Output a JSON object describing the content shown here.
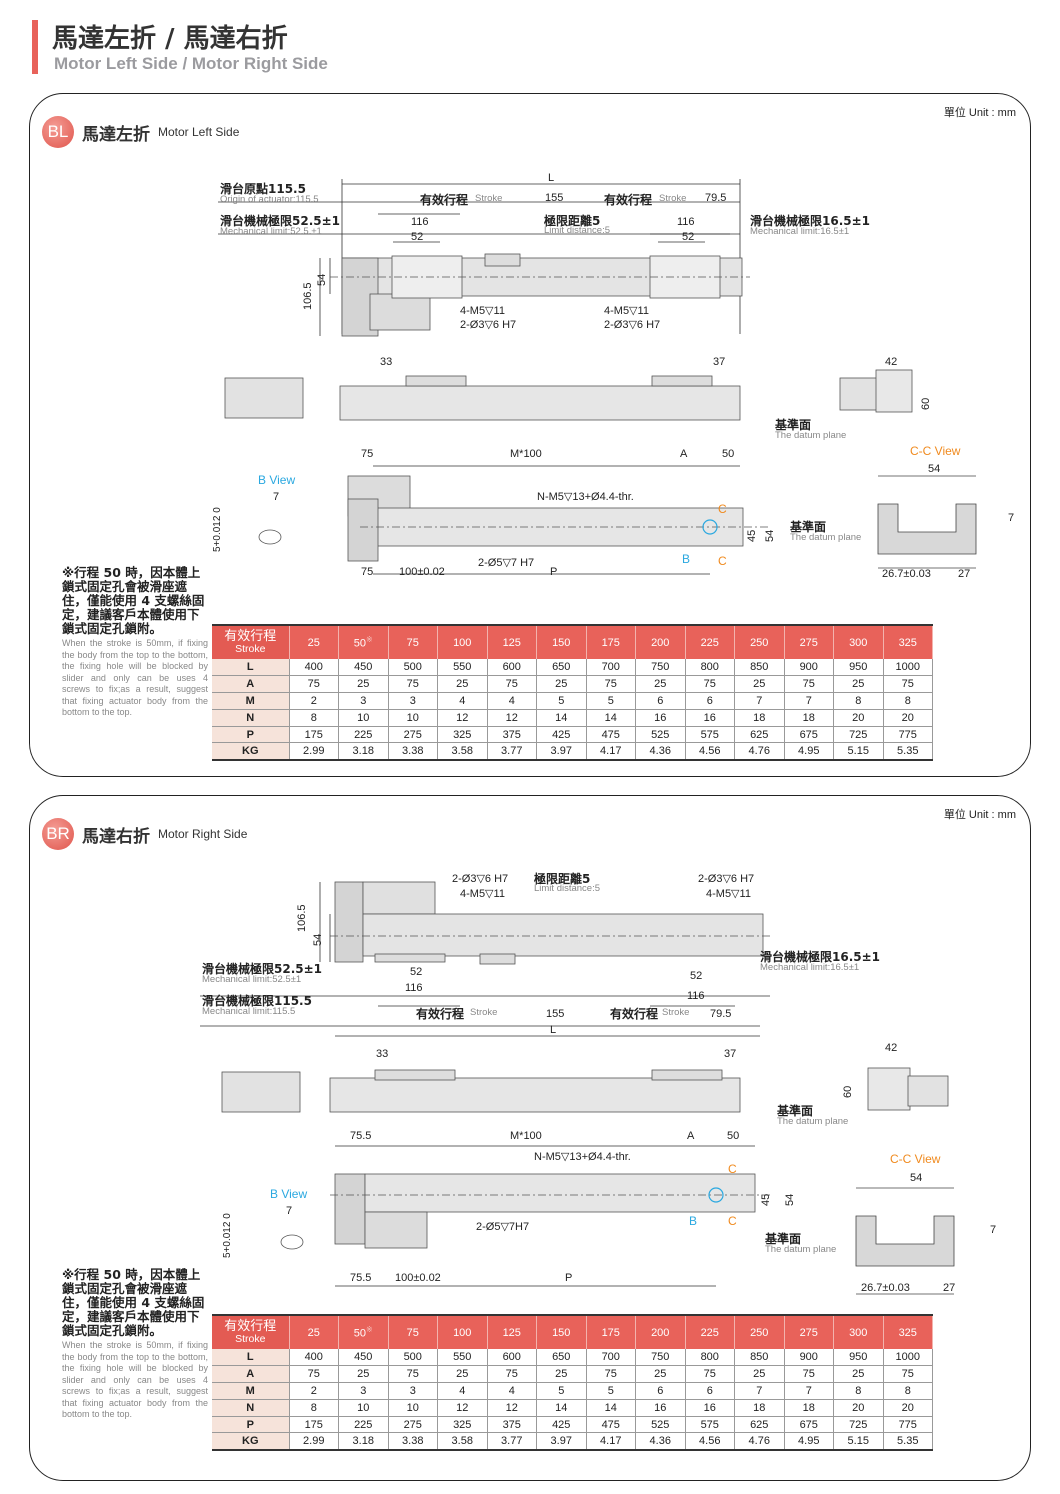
{
  "page": {
    "title_zh": "馬達左折 / 馬達右折",
    "title_en": "Motor Left Side / Motor Right Side",
    "accent_color": "#e8625a"
  },
  "sections": [
    {
      "badge": "BL",
      "title_zh": "馬達左折",
      "title_en": "Motor Left Side",
      "unit": "單位 Unit : mm",
      "labels": {
        "origin_zh": "滑台原點115.5",
        "origin_en": "Origin of actuator:115.5",
        "mech_left_zh": "滑台機械極限52.5±1",
        "mech_left_en": "Mechanical limit:52.5.±1",
        "mech_right_zh": "滑台機械極限16.5±1",
        "mech_right_en": "Mechanical limit:16.5±1",
        "L": "L",
        "stroke_zh": "有效行程",
        "stroke_en": "Stroke",
        "d155": "155",
        "d79_5": "79.5",
        "limit_zh": "極限距離5",
        "limit_en": "Limit distance:5",
        "d116": "116",
        "d52": "52",
        "d106_5": "106.5",
        "d54": "54",
        "m5_11": "4-M5▽11",
        "h3_6": "2-Ø3▽6 H7",
        "d33": "33",
        "d37": "37",
        "d42": "42",
        "d60": "60",
        "datum_zh": "基準面",
        "datum_en": "The datum plane",
        "d75": "75",
        "m100": "M*100",
        "A": "A",
        "d50": "50",
        "b_view": "B View",
        "d7": "7",
        "tol": "5+0.012 0",
        "n_m5": "N-M5▽13+Ø4.4-thr.",
        "h5_7": "2-Ø5▽7 H7",
        "d100": "100±0.02",
        "P": "P",
        "C": "C",
        "B": "B",
        "d45": "45",
        "cc_view": "C-C View",
        "d26_7": "26.7±0.03",
        "d27": "27"
      },
      "note_zh": "※行程 50 時，因本體上鎖式固定孔會被滑座遮住，僅能使用 4 支螺絲固定，建議客戶本體使用下鎖式固定孔鎖附。",
      "note_en": "When the stroke is 50mm, if fixing the body from the top to the bottom, the fixing hole will be blocked by slider and only can be uses 4 screws to fix;as a result, suggest that fixing actuator body from the bottom to the top."
    },
    {
      "badge": "BR",
      "title_zh": "馬達右折",
      "title_en": "Motor Right Side",
      "unit": "單位 Unit : mm",
      "labels": {
        "mech_left_zh": "滑台機械極限52.5±1",
        "mech_left_en": "Mechanical limit:52.5±1",
        "mech_115_zh": "滑台機械極限115.5",
        "mech_115_en": "Mechanical limit:115.5",
        "mech_right_zh": "滑台機械極限16.5±1",
        "mech_right_en": "Mechanical limit:16.5±1",
        "L": "L",
        "stroke_zh": "有效行程",
        "stroke_en": "Stroke",
        "d155": "155",
        "d79_5": "79.5",
        "limit_zh": "極限距離5",
        "limit_en": "Limit distance:5",
        "d116": "116",
        "d52": "52",
        "d106_5": "106.5",
        "d54": "54",
        "m5_11": "4-M5▽11",
        "h3_6": "2-Ø3▽6 H7",
        "d33": "33",
        "d37": "37",
        "d42": "42",
        "d60": "60",
        "datum_zh": "基準面",
        "datum_en": "The datum plane",
        "d75_5": "75.5",
        "m100": "M*100",
        "A": "A",
        "d50": "50",
        "b_view": "B View",
        "d7": "7",
        "tol": "5+0.012 0",
        "n_m5": "N-M5▽13+Ø4.4-thr.",
        "h5_7": "2-Ø5▽7H7",
        "d100": "100±0.02",
        "P": "P",
        "C": "C",
        "B": "B",
        "d45": "45",
        "cc_view": "C-C View",
        "d26_7": "26.7±0.03",
        "d27": "27"
      },
      "note_zh": "※行程 50 時，因本體上鎖式固定孔會被滑座遮住，僅能使用 4 支螺絲固定，建議客戶本體使用下鎖式固定孔鎖附。",
      "note_en": "When the stroke is 50mm, if fixing the body from the top to the bottom, the fixing hole will be blocked by slider and only can be uses 4 screws to fix;as a result, suggest that fixing actuator body from the bottom to the top."
    }
  ],
  "table": {
    "head_zh": "有效行程",
    "head_en": "Stroke",
    "strokes": [
      "25",
      "50",
      "75",
      "100",
      "125",
      "150",
      "175",
      "200",
      "225",
      "250",
      "275",
      "300",
      "325"
    ],
    "asterisk": "※",
    "rows": [
      {
        "name": "L",
        "values": [
          "400",
          "450",
          "500",
          "550",
          "600",
          "650",
          "700",
          "750",
          "800",
          "850",
          "900",
          "950",
          "1000"
        ]
      },
      {
        "name": "A",
        "values": [
          "75",
          "25",
          "75",
          "25",
          "75",
          "25",
          "75",
          "25",
          "75",
          "25",
          "75",
          "25",
          "75"
        ]
      },
      {
        "name": "M",
        "values": [
          "2",
          "3",
          "3",
          "4",
          "4",
          "5",
          "5",
          "6",
          "6",
          "7",
          "7",
          "8",
          "8"
        ]
      },
      {
        "name": "N",
        "values": [
          "8",
          "10",
          "10",
          "12",
          "12",
          "14",
          "14",
          "16",
          "16",
          "18",
          "18",
          "20",
          "20"
        ]
      },
      {
        "name": "P",
        "values": [
          "175",
          "225",
          "275",
          "325",
          "375",
          "425",
          "475",
          "525",
          "575",
          "625",
          "675",
          "725",
          "775"
        ]
      },
      {
        "name": "KG",
        "values": [
          "2.99",
          "3.18",
          "3.38",
          "3.58",
          "3.77",
          "3.97",
          "4.17",
          "4.36",
          "4.56",
          "4.76",
          "4.95",
          "5.15",
          "5.35"
        ]
      }
    ]
  }
}
